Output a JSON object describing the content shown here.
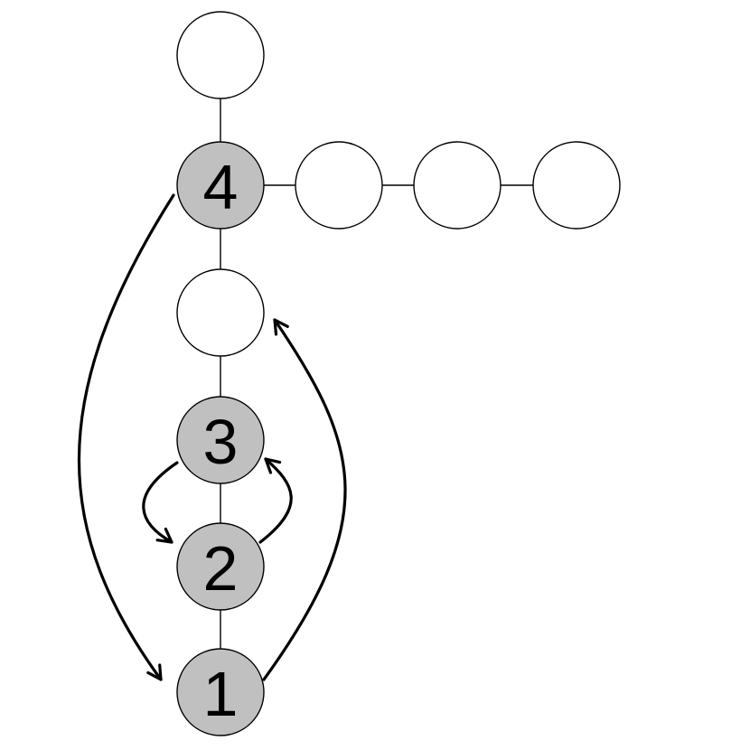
{
  "colors": {
    "highlight_fill": "#c0c0c0",
    "plain_fill": "#ffffff",
    "stroke": "#000000"
  },
  "nodes": [
    {
      "id": "top",
      "label": "",
      "highlighted": false
    },
    {
      "id": "n4",
      "label": "4",
      "highlighted": true
    },
    {
      "id": "r1",
      "label": "",
      "highlighted": false
    },
    {
      "id": "r2",
      "label": "",
      "highlighted": false
    },
    {
      "id": "r3",
      "label": "",
      "highlighted": false
    },
    {
      "id": "mid",
      "label": "",
      "highlighted": false
    },
    {
      "id": "n3",
      "label": "3",
      "highlighted": true
    },
    {
      "id": "n2",
      "label": "2",
      "highlighted": true
    },
    {
      "id": "n1",
      "label": "1",
      "highlighted": true
    }
  ],
  "edges": [
    {
      "from": "top",
      "to": "n4"
    },
    {
      "from": "n4",
      "to": "r1"
    },
    {
      "from": "r1",
      "to": "r2"
    },
    {
      "from": "r2",
      "to": "r3"
    },
    {
      "from": "n4",
      "to": "mid"
    },
    {
      "from": "mid",
      "to": "n3"
    },
    {
      "from": "n3",
      "to": "n2"
    },
    {
      "from": "n2",
      "to": "n1"
    }
  ],
  "arrows": [
    {
      "from": "n4",
      "to": "n1"
    },
    {
      "from": "n1",
      "to": "mid"
    },
    {
      "from": "n3",
      "to": "n2"
    },
    {
      "from": "n2",
      "to": "n3"
    }
  ]
}
